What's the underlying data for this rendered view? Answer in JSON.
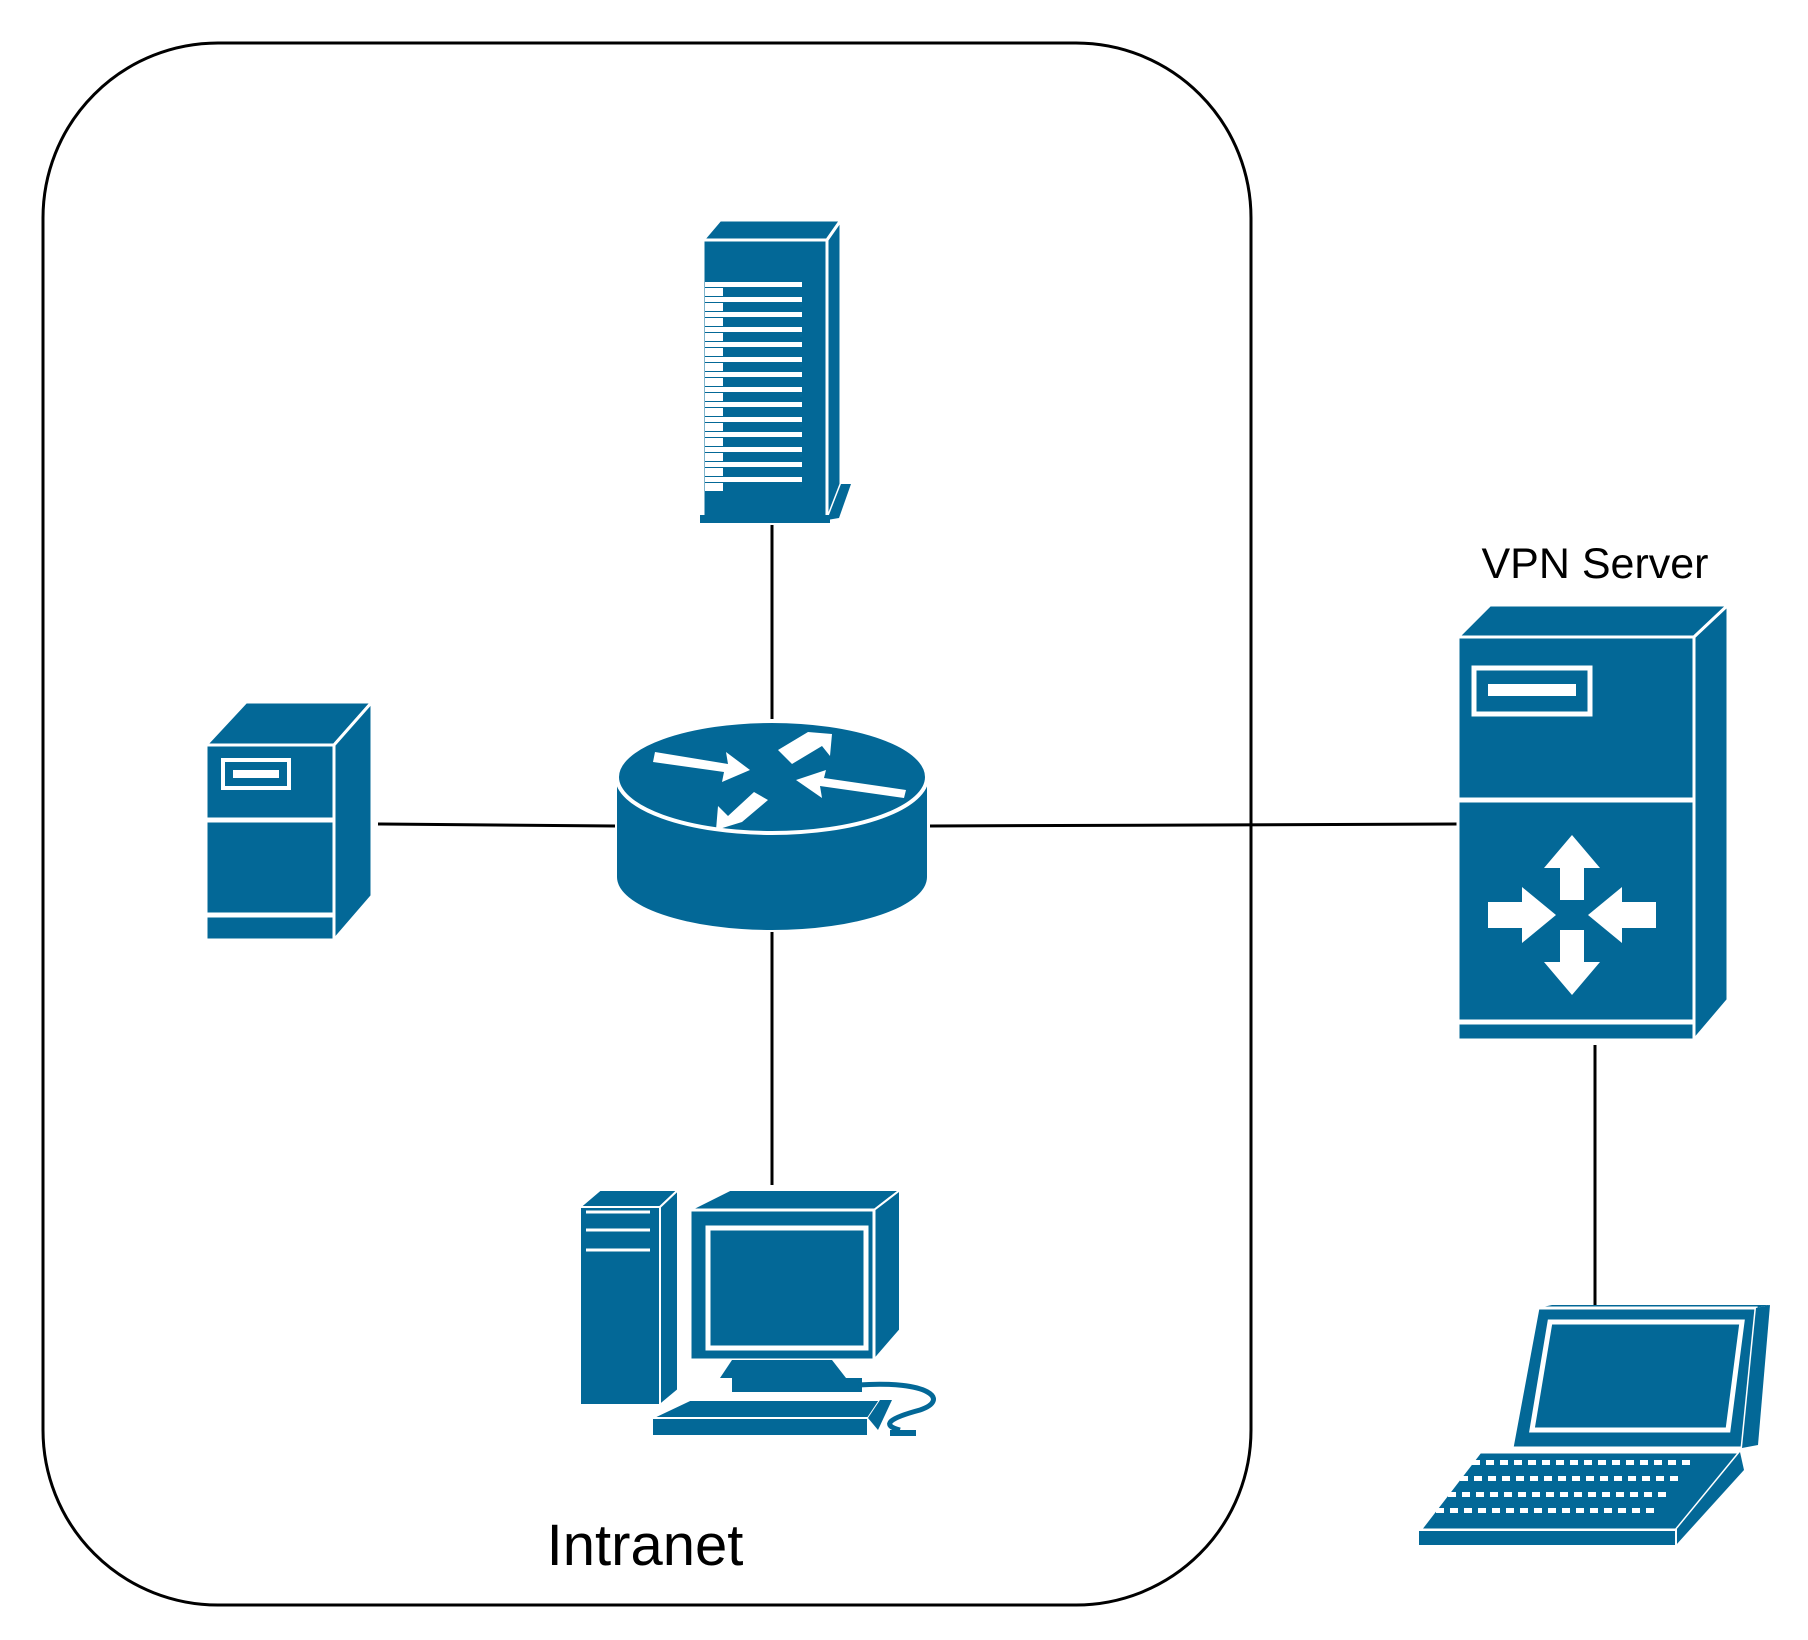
{
  "labels": {
    "intranet": "Intranet",
    "vpn_server": "VPN Server"
  },
  "colors": {
    "device": "#036897",
    "device_highlight": "#ffffff",
    "line": "#000000",
    "frame": "#000000",
    "background": "#ffffff"
  },
  "nodes": [
    {
      "id": "router",
      "icon": "router-icon"
    },
    {
      "id": "rack-server",
      "icon": "rack-server-icon"
    },
    {
      "id": "tower-server",
      "icon": "tower-server-icon"
    },
    {
      "id": "workstation",
      "icon": "workstation-icon"
    },
    {
      "id": "vpn-server",
      "icon": "vpn-server-icon"
    },
    {
      "id": "laptop",
      "icon": "laptop-icon"
    }
  ],
  "edges": [
    {
      "from": "router",
      "to": "rack-server"
    },
    {
      "from": "router",
      "to": "tower-server"
    },
    {
      "from": "router",
      "to": "workstation"
    },
    {
      "from": "router",
      "to": "vpn-server"
    },
    {
      "from": "vpn-server",
      "to": "laptop"
    }
  ]
}
